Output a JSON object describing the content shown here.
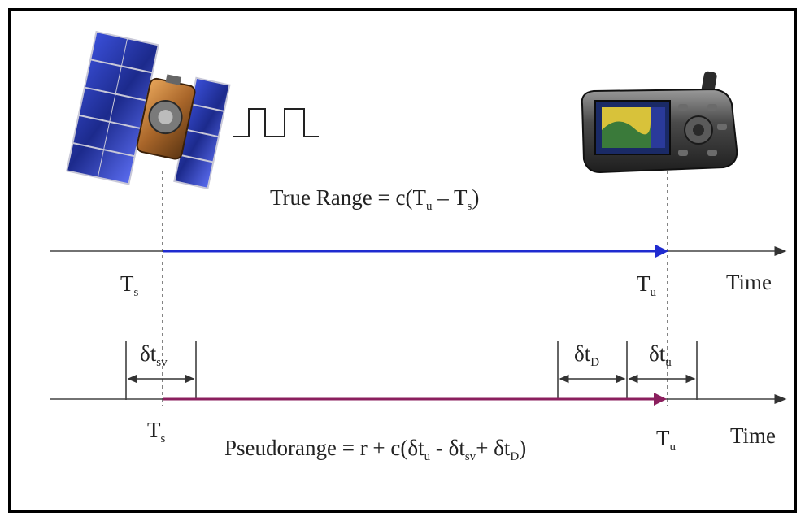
{
  "diagram": {
    "true_range": {
      "prefix": "True Range = c(T",
      "u": "u",
      "mid": " – T",
      "s": "s",
      "suffix": ")"
    },
    "top_axis": {
      "ts_T": "T",
      "ts_sub": "s",
      "tu_T": "T",
      "tu_sub": "u",
      "time": "Time"
    },
    "deltas": {
      "sv_d": "δt",
      "sv_sub": "sv",
      "D_d": "δt",
      "D_sub": "D",
      "u_d": "δt",
      "u_sub": "u"
    },
    "bottom_axis": {
      "ts_T": "T",
      "ts_sub": "s",
      "tu_T": "T",
      "tu_sub": "u",
      "time": "Time"
    },
    "pseudorange": {
      "p1": "Pseudorange = r + c(δt",
      "s1": "u",
      "p2": " - δt",
      "s2": "sv",
      "p3": "+ δt",
      "s3": "D",
      "p4": ")"
    },
    "colors": {
      "true_range_arrow": "#1f2bd0",
      "pseudorange_arrow": "#8b1f5e",
      "axis": "#444444"
    },
    "icons": [
      "satellite-icon",
      "gps-receiver-icon",
      "pulse-signal-icon"
    ]
  }
}
